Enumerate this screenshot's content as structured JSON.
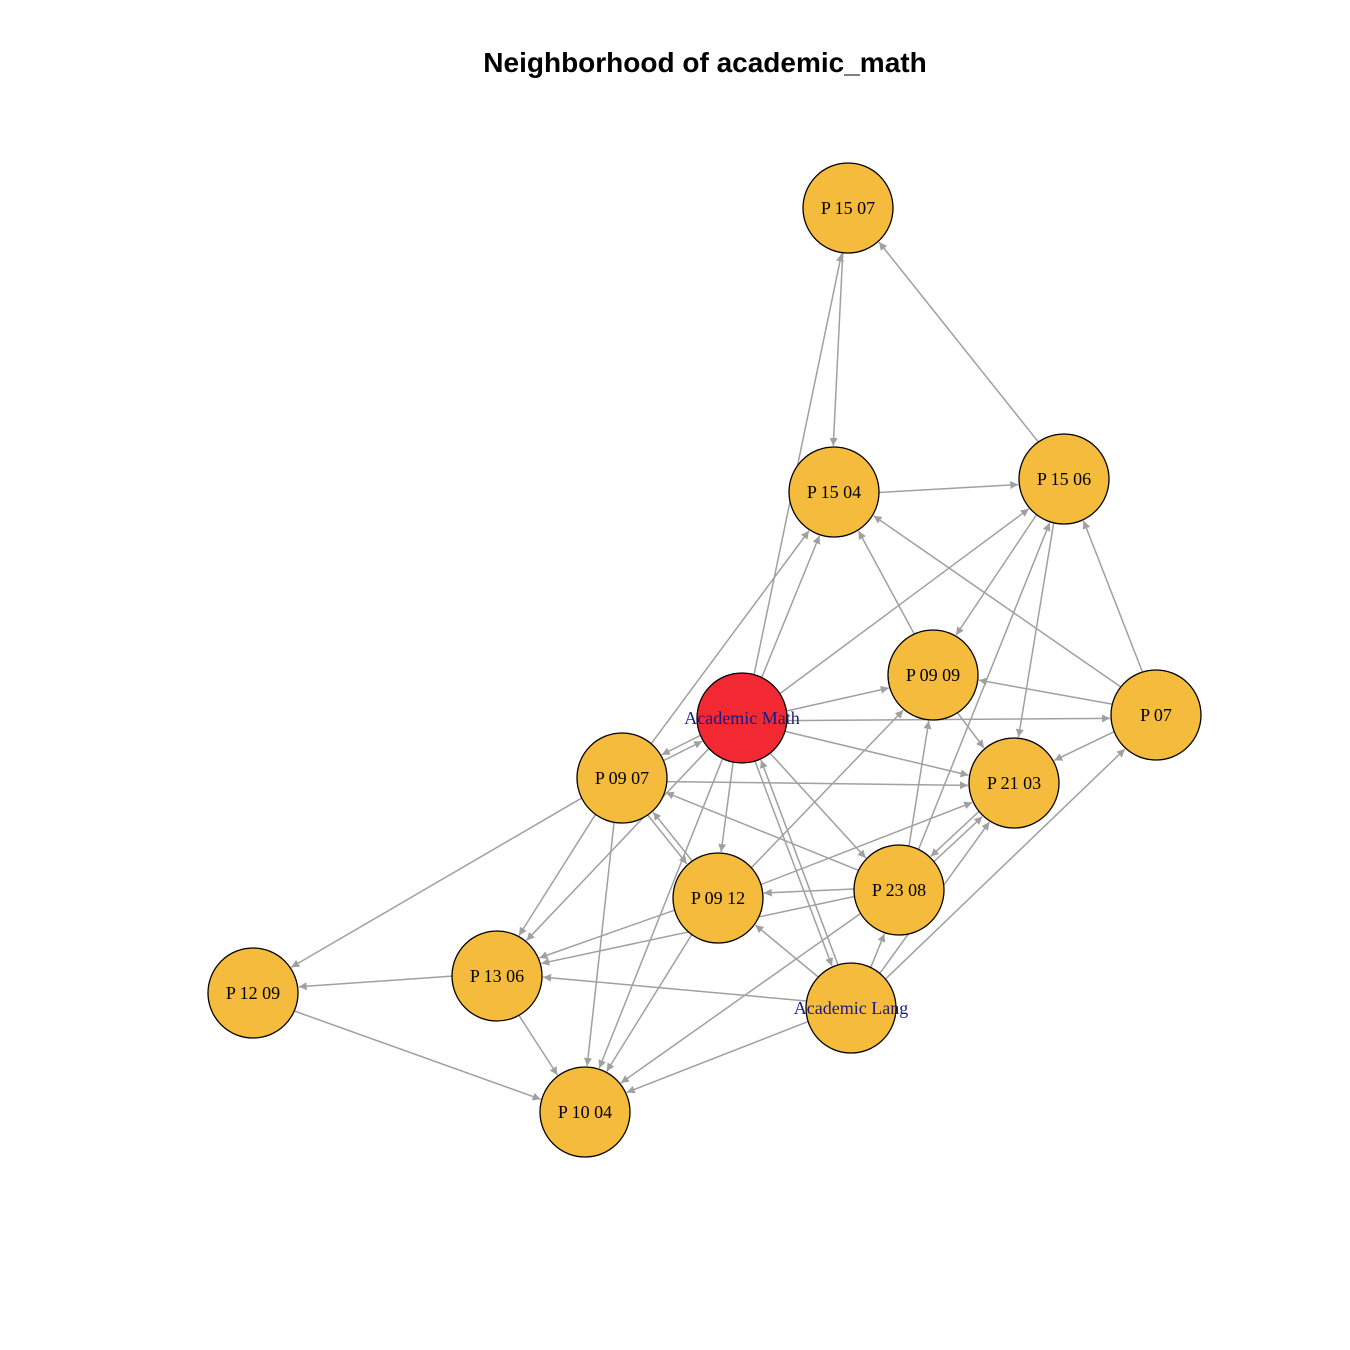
{
  "title": "Neighborhood of academic_math",
  "colors": {
    "node_fill": "#F4BB3C",
    "focus_fill": "#F22933",
    "edge": "#A0A0A0",
    "label_default": "#000000",
    "label_academic": "#1A1A80"
  },
  "nodes": [
    {
      "id": "am",
      "label": "Academic Math",
      "focus": true,
      "label_color": "label_academic"
    },
    {
      "id": "al",
      "label": "Academic Lang",
      "focus": false,
      "label_color": "label_academic"
    },
    {
      "id": "p1507",
      "label": "P 15 07",
      "focus": false,
      "label_color": "label_default"
    },
    {
      "id": "p1504",
      "label": "P 15 04",
      "focus": false,
      "label_color": "label_default"
    },
    {
      "id": "p1506",
      "label": "P 15 06",
      "focus": false,
      "label_color": "label_default"
    },
    {
      "id": "p0909",
      "label": "P 09 09",
      "focus": false,
      "label_color": "label_default"
    },
    {
      "id": "p07",
      "label": "P 07",
      "focus": false,
      "label_color": "label_default"
    },
    {
      "id": "p0907",
      "label": "P 09 07",
      "focus": false,
      "label_color": "label_default"
    },
    {
      "id": "p2103",
      "label": "P 21 03",
      "focus": false,
      "label_color": "label_default"
    },
    {
      "id": "p2308",
      "label": "P 23 08",
      "focus": false,
      "label_color": "label_default"
    },
    {
      "id": "p0912",
      "label": "P 09 12",
      "focus": false,
      "label_color": "label_default"
    },
    {
      "id": "p1306",
      "label": "P 13 06",
      "focus": false,
      "label_color": "label_default"
    },
    {
      "id": "p1209",
      "label": "P 12 09",
      "focus": false,
      "label_color": "label_default"
    },
    {
      "id": "p1004",
      "label": "P 10 04",
      "focus": false,
      "label_color": "label_default"
    }
  ],
  "edges": [
    [
      "p1507",
      "p1504"
    ],
    [
      "p1506",
      "p1507"
    ],
    [
      "am",
      "p1507"
    ],
    [
      "p1504",
      "p1506"
    ],
    [
      "am",
      "p1504"
    ],
    [
      "p0907",
      "p1504"
    ],
    [
      "p0909",
      "p1504"
    ],
    [
      "p07",
      "p1504"
    ],
    [
      "am",
      "p1506"
    ],
    [
      "p07",
      "p1506"
    ],
    [
      "p2308",
      "p1506"
    ],
    [
      "p1506",
      "p0909"
    ],
    [
      "p1506",
      "p2103"
    ],
    [
      "am",
      "p0909"
    ],
    [
      "p07",
      "p0909"
    ],
    [
      "p2308",
      "p0909"
    ],
    [
      "p0912",
      "p0909"
    ],
    [
      "p0909",
      "p2103"
    ],
    [
      "am",
      "p07"
    ],
    [
      "al",
      "p07"
    ],
    [
      "p07",
      "p2103"
    ],
    [
      "p0907",
      "am"
    ],
    [
      "am",
      "p0907"
    ],
    [
      "p0907",
      "p2103"
    ],
    [
      "am",
      "p2103"
    ],
    [
      "p2308",
      "p2103"
    ],
    [
      "p2103",
      "p2308"
    ],
    [
      "p0912",
      "p2103"
    ],
    [
      "al",
      "p2103"
    ],
    [
      "am",
      "p2308"
    ],
    [
      "p2308",
      "p0907"
    ],
    [
      "p2308",
      "p0912"
    ],
    [
      "p2308",
      "p1306"
    ],
    [
      "al",
      "p2308"
    ],
    [
      "am",
      "p0912"
    ],
    [
      "p0907",
      "p0912"
    ],
    [
      "p0912",
      "p0907"
    ],
    [
      "al",
      "p0912"
    ],
    [
      "p0912",
      "p1306"
    ],
    [
      "p0907",
      "p1306"
    ],
    [
      "am",
      "p1306"
    ],
    [
      "al",
      "p1306"
    ],
    [
      "p0907",
      "p1209"
    ],
    [
      "p1306",
      "p1209"
    ],
    [
      "p1209",
      "p1004"
    ],
    [
      "p1306",
      "p1004"
    ],
    [
      "p0907",
      "p1004"
    ],
    [
      "am",
      "p1004"
    ],
    [
      "p0912",
      "p1004"
    ],
    [
      "al",
      "p1004"
    ],
    [
      "p2308",
      "p1004"
    ],
    [
      "al",
      "am"
    ],
    [
      "am",
      "al"
    ]
  ]
}
